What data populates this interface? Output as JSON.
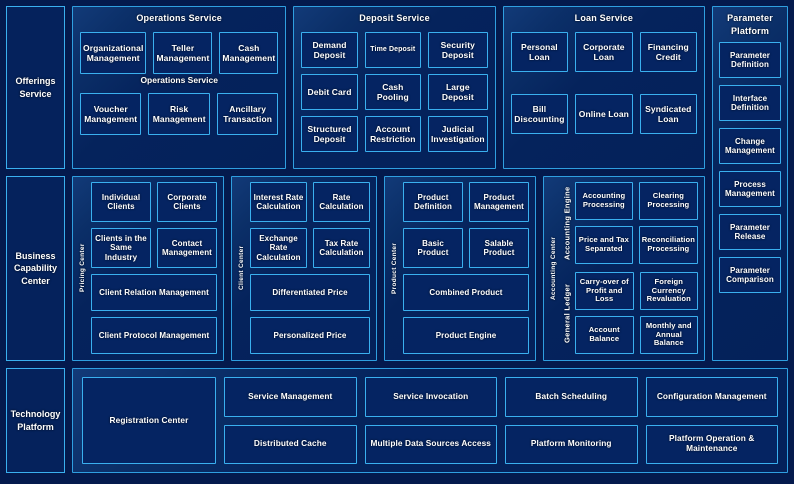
{
  "theme": {
    "page_bg": "#041a4d",
    "panel_border": "#2f9fe0",
    "box_border": "#3ab0ef",
    "box_bg": "#052462",
    "text": "#ffffff"
  },
  "rows": {
    "offerings": {
      "label": "Offerings\nService",
      "label_line1": "Offerings",
      "label_line2": "Service",
      "groups": [
        {
          "title": "Operations Service",
          "subtitle": "Operations Service",
          "row1": [
            "Organizational Management",
            "Teller Management",
            "Cash Management"
          ],
          "row2": [
            "Voucher Management",
            "Risk Management",
            "Ancillary Transaction"
          ]
        },
        {
          "title": "Deposit Service",
          "row1": [
            "Demand Deposit",
            "Time Deposit",
            "Security Deposit"
          ],
          "row2": [
            "Debit Card",
            "Cash Pooling",
            "Large Deposit"
          ],
          "row3": [
            "Structured Deposit",
            "Account Restriction",
            "Judicial Investigation"
          ]
        },
        {
          "title": "Loan Service",
          "row1": [
            "Personal Loan",
            "Corporate Loan",
            "Financing Credit"
          ],
          "row2": [
            "Bill Discounting",
            "Online Loan",
            "Syndicated Loan"
          ]
        }
      ]
    },
    "business": {
      "label_line1": "Business",
      "label_line2": "Capability",
      "label_line3": "Center",
      "groups": [
        {
          "vlabel": "Pricing Center",
          "pair1": [
            "Individual Clients",
            "Corporate Clients"
          ],
          "pair2": [
            "Clients in the Same Industry",
            "Contact Management"
          ],
          "wide1": "Client Relation Management",
          "wide2": "Client Protocol Management"
        },
        {
          "vlabel": "Client Center",
          "pair1": [
            "Interest Rate Calculation",
            "Rate Calculation"
          ],
          "pair2": [
            "Exchange Rate Calculation",
            "Tax Rate Calculation"
          ],
          "wide1": "Differentiated Price",
          "wide2": "Personalized Price"
        },
        {
          "vlabel": "Product Center",
          "pair1": [
            "Product Definition",
            "Product Management"
          ],
          "pair2": [
            "Basic Product",
            "Salable Product"
          ],
          "wide1": "Combined Product",
          "wide2": "Product Engine"
        }
      ],
      "accounting": {
        "vlabel": "Accounting Center",
        "sections": [
          {
            "vlabel": "Accounting Engine",
            "items": [
              "Accounting Processing",
              "Clearing Processing",
              "Price and Tax Separated",
              "Reconciliation Processing"
            ]
          },
          {
            "vlabel": "General  Ledger",
            "items": [
              "Carry-over of Profit and Loss",
              "Foreign Currency Revaluation",
              "Account Balance",
              "Monthly and Annual Balance"
            ]
          }
        ]
      }
    },
    "technology": {
      "label_line1": "Technology",
      "label_line2": "Platform",
      "registration": "Registration Center",
      "items": [
        "Service Management",
        "Service Invocation",
        "Batch Scheduling",
        "Configuration Management",
        "Distributed Cache",
        "Multiple Data Sources Access",
        "Platform Monitoring",
        "Platform Operation & Maintenance"
      ]
    }
  },
  "rail": {
    "title_line1": "Parameter",
    "title_line2": "Platform",
    "items": [
      "Parameter Definition",
      "Interface Definition",
      "Change Management",
      "Process Management",
      "Parameter Release",
      "Parameter Comparison"
    ]
  }
}
